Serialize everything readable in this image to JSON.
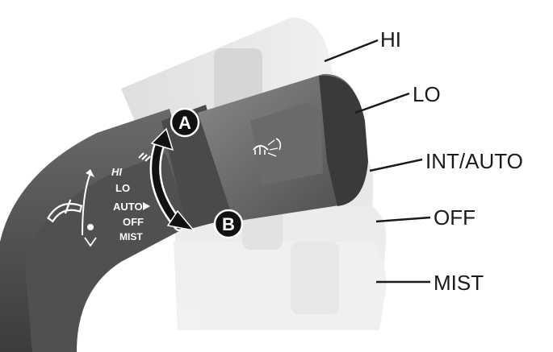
{
  "callouts": {
    "hi": "HI",
    "lo": "LO",
    "int_auto": "INT/AUTO",
    "off": "OFF",
    "mist": "MIST"
  },
  "lever_labels": {
    "hi": "HI",
    "lo": "LO",
    "auto": "AUTO",
    "off": "OFF",
    "mist": "MIST"
  },
  "badges": {
    "a": "A",
    "b": "B"
  },
  "icons": {
    "windshield_wiper": "windshield-wiper-icon",
    "washer": "washer-icon",
    "auto_arrow": "triangle-right-icon"
  },
  "colors": {
    "lever_dark": "#3a3a3a",
    "lever_body": "#5c5c5c",
    "knob": "#7a7a7a",
    "ghost": "#d6d6d6",
    "text": "#1a1a1a"
  }
}
